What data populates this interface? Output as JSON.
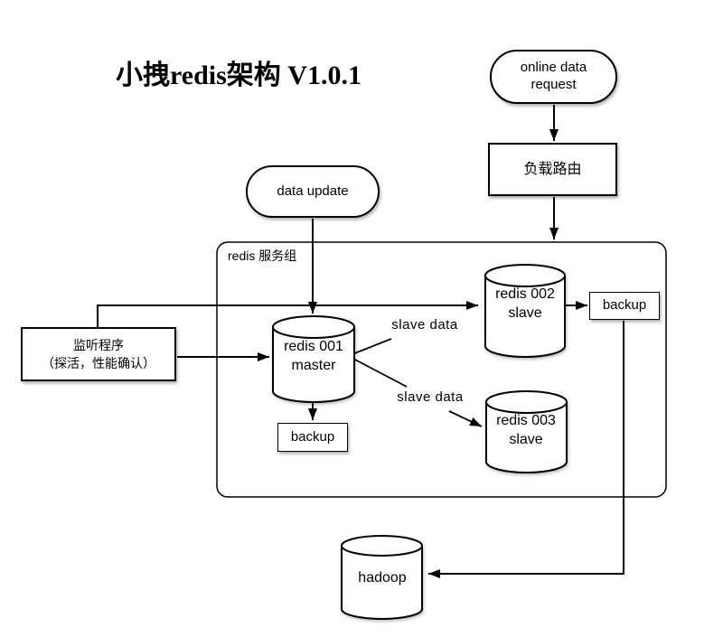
{
  "title": "小拽redis架构 V1.0.1",
  "group": {
    "label": "redis 服务组"
  },
  "nodes": {
    "online_request": "online data\nrequest",
    "load_router": "负载路由",
    "data_update": "data update",
    "monitor": "监听程序\n（探活，性能确认）",
    "redis_master": "redis 001\nmaster",
    "redis_slave_002": "redis 002\nslave",
    "redis_slave_003": "redis 003\nslave",
    "backup_master": "backup",
    "backup_slave": "backup",
    "hadoop": "hadoop"
  },
  "edge_labels": {
    "slave_data_to_002": "slave data",
    "slave_data_to_003": "slave data"
  },
  "colors": {
    "line": "#000000",
    "node_fill": "#ffffff",
    "node_border": "#000000",
    "background": "#ffffff"
  }
}
